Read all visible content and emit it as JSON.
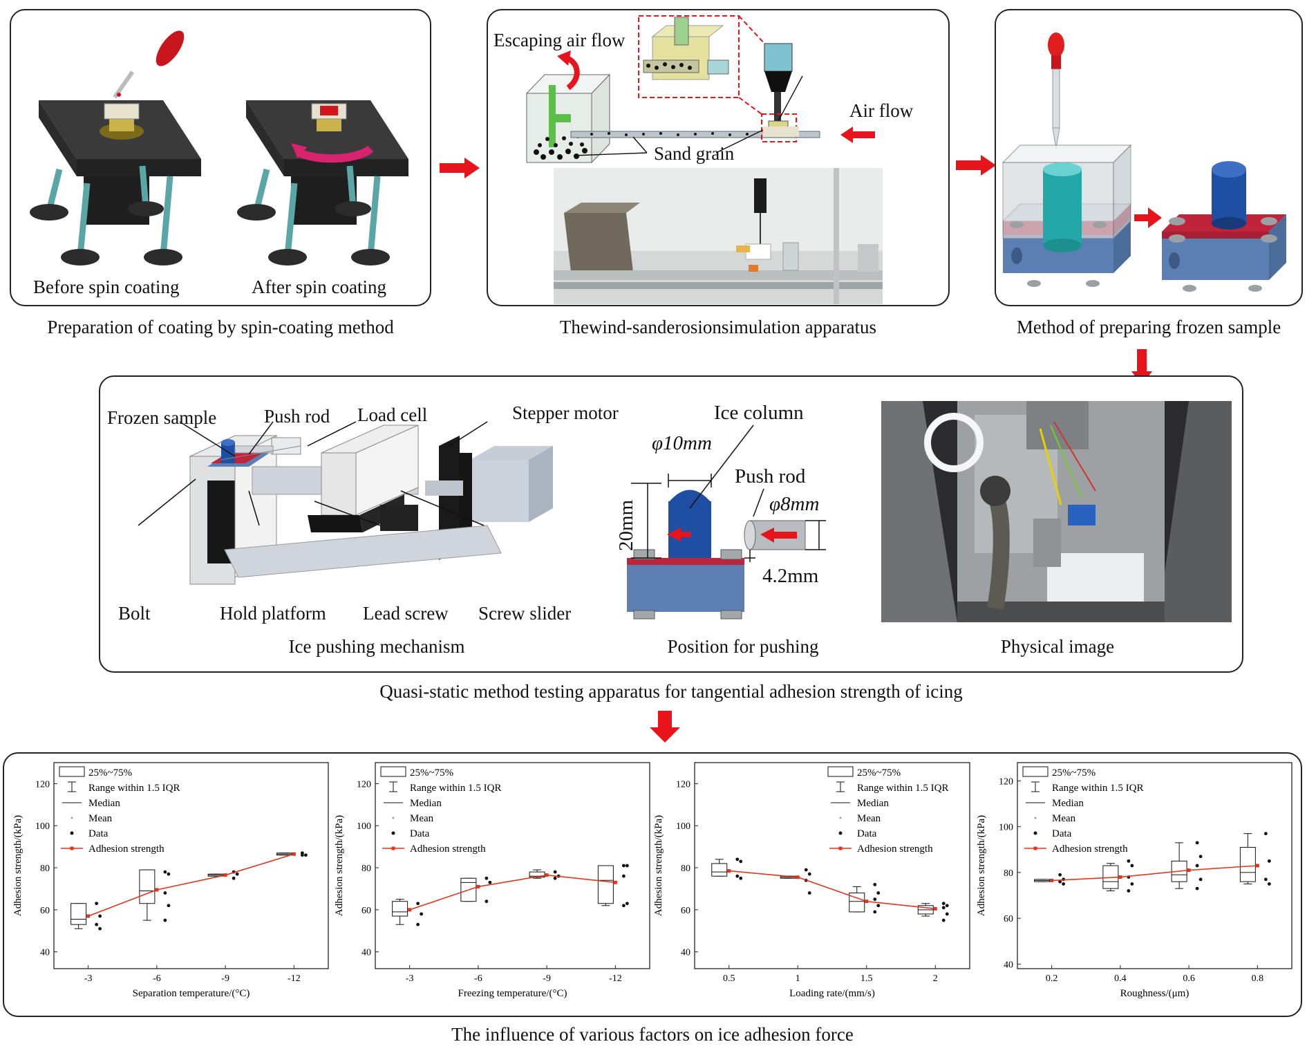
{
  "stage1": {
    "before_label": "Before spin coating",
    "after_label": "After spin coating",
    "caption": "Preparation of coating by spin-coating method"
  },
  "stage2": {
    "escaping_label": "Escaping air flow",
    "airflow_label": "Air flow",
    "sand_label": "Sand grain",
    "caption": "Thewind-sanderosionsimulation apparatus"
  },
  "stage3": {
    "caption": "Method of preparing frozen sample"
  },
  "stage4": {
    "frozen_sample": "Frozen sample",
    "push_rod": "Push rod",
    "load_cell": "Load cell",
    "stepper_motor": "Stepper motor",
    "bolt": "Bolt",
    "hold_platform": "Hold platform",
    "lead_screw": "Lead screw",
    "screw_slider": "Screw slider",
    "mechanism_caption": "Ice pushing mechanism",
    "ice_column": "Ice column",
    "dim_phi10": "φ10mm",
    "dim_20": "20mm",
    "push_rod2": "Push rod",
    "dim_phi8": "φ8mm",
    "dim_42": "4.2mm",
    "position_caption": "Position for pushing",
    "physical_caption": "Physical image",
    "caption": "Quasi-static method testing apparatus for tangential adhesion strength of icing"
  },
  "legend": {
    "box": "25%~75%",
    "range": "Range within 1.5 IQR",
    "median": "Median",
    "mean": "Mean",
    "data": "Data",
    "line": "Adhesion strength"
  },
  "bottom_caption": "The influence of various factors on ice adhesion force",
  "colors": {
    "arrow_red": "#e8141b",
    "line_red": "#e2351d",
    "plate": "#3a3a3a",
    "block_blue": "#5b7fb3",
    "ice_blue": "#1f4fa3",
    "seal_red": "#c0243b"
  },
  "chart_data": [
    {
      "type": "box",
      "xlabel": "Separation temperature/(°C)",
      "ylabel": "Adhesion strength/(kPa)",
      "categories": [
        "-3",
        "-6",
        "-9",
        "-12"
      ],
      "yticks": [
        "40",
        "60",
        "80",
        "100",
        "120"
      ],
      "ylim": [
        32,
        130
      ],
      "boxes": [
        {
          "q1": 53,
          "median": 55.5,
          "q3": 63,
          "whisker_low": 51,
          "whisker_high": 63
        },
        {
          "q1": 63,
          "median": 69,
          "q3": 79,
          "whisker_low": 55,
          "whisker_high": 79
        },
        {
          "q1": 76,
          "median": 76.5,
          "q3": 77,
          "whisker_low": 76,
          "whisker_high": 77
        },
        {
          "q1": 86,
          "median": 86.5,
          "q3": 87,
          "whisker_low": 86,
          "whisker_high": 87
        }
      ],
      "data_points": [
        [
          63,
          57,
          53,
          51
        ],
        [
          78,
          77,
          68,
          62,
          55
        ],
        [
          78,
          77,
          75
        ],
        [
          87,
          86,
          86
        ]
      ],
      "mean_line": [
        57,
        69.5,
        76.5,
        86.5
      ]
    },
    {
      "type": "box",
      "xlabel": "Freezing temperature/(°C)",
      "ylabel": "Adhesion strength/(kPa)",
      "categories": [
        "-3",
        "-6",
        "-9",
        "-12"
      ],
      "yticks": [
        "40",
        "60",
        "80",
        "100",
        "120"
      ],
      "ylim": [
        32,
        130
      ],
      "boxes": [
        {
          "q1": 57,
          "median": 59,
          "q3": 64,
          "whisker_low": 53,
          "whisker_high": 65
        },
        {
          "q1": 64,
          "median": 73,
          "q3": 75,
          "whisker_low": 64,
          "whisker_high": 75
        },
        {
          "q1": 75.5,
          "median": 76,
          "q3": 78,
          "whisker_low": 75,
          "whisker_high": 79
        },
        {
          "q1": 63,
          "median": 74,
          "q3": 81,
          "whisker_low": 62,
          "whisker_high": 81
        }
      ],
      "data_points": [
        [
          63,
          58,
          53
        ],
        [
          75,
          73,
          64
        ],
        [
          78,
          76,
          75
        ],
        [
          81,
          81,
          76,
          63,
          62
        ]
      ],
      "mean_line": [
        60,
        71,
        76.5,
        73
      ]
    },
    {
      "type": "box",
      "xlabel": "Loading rate/(mm/s)",
      "ylabel": "Adhesion strength/(kPa)",
      "categories": [
        "0.5",
        "1",
        "1.5",
        "2"
      ],
      "yticks": [
        "40",
        "60",
        "80",
        "100",
        "120"
      ],
      "ylim": [
        32,
        130
      ],
      "boxes": [
        {
          "q1": 76,
          "median": 78,
          "q3": 82,
          "whisker_low": 76,
          "whisker_high": 84
        },
        {
          "q1": 75,
          "median": 75.5,
          "q3": 76,
          "whisker_low": 75,
          "whisker_high": 76
        },
        {
          "q1": 59,
          "median": 64,
          "q3": 68,
          "whisker_low": 59,
          "whisker_high": 71
        },
        {
          "q1": 58,
          "median": 60,
          "q3": 62,
          "whisker_low": 57,
          "whisker_high": 63
        }
      ],
      "data_points": [
        [
          84,
          83,
          76,
          75
        ],
        [
          79,
          77,
          74,
          68
        ],
        [
          72,
          68,
          65,
          62,
          59
        ],
        [
          63,
          62,
          61,
          58,
          55
        ]
      ],
      "mean_line": [
        78.5,
        75.5,
        64,
        60.5
      ]
    },
    {
      "type": "box",
      "xlabel": "Roughness/(μm)",
      "ylabel": "Adhesion strength/(kPa)",
      "categories": [
        "0.2",
        "0.4",
        "0.6",
        "0.8"
      ],
      "yticks": [
        "40",
        "60",
        "80",
        "100",
        "120"
      ],
      "ylim": [
        38,
        128
      ],
      "boxes": [
        {
          "q1": 76,
          "median": 76.5,
          "q3": 77,
          "whisker_low": 76,
          "whisker_high": 77
        },
        {
          "q1": 73,
          "median": 76,
          "q3": 83,
          "whisker_low": 72,
          "whisker_high": 84
        },
        {
          "q1": 76,
          "median": 79,
          "q3": 85,
          "whisker_low": 73,
          "whisker_high": 93
        },
        {
          "q1": 76,
          "median": 80,
          "q3": 91,
          "whisker_low": 75,
          "whisker_high": 97
        }
      ],
      "data_points": [
        [
          79,
          77,
          76,
          75
        ],
        [
          85,
          83,
          78,
          75,
          72
        ],
        [
          93,
          87,
          83,
          77,
          73
        ],
        [
          97,
          85,
          77,
          75
        ]
      ],
      "mean_line": [
        76.5,
        78,
        81,
        83
      ]
    }
  ]
}
